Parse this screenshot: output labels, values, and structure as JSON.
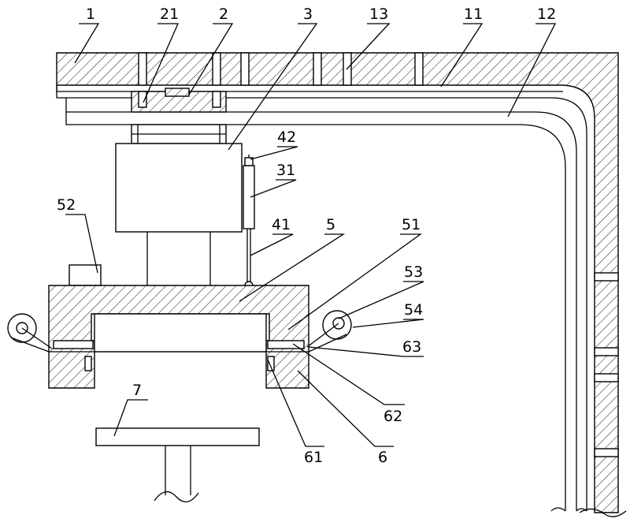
{
  "labels": {
    "l1": "1",
    "l21": "21",
    "l2": "2",
    "l3": "3",
    "l13": "13",
    "l11": "11",
    "l12": "12",
    "l42": "42",
    "l31": "31",
    "l52": "52",
    "l41": "41",
    "l5": "5",
    "l51": "51",
    "l53": "53",
    "l54": "54",
    "l63": "63",
    "l7": "7",
    "l62": "62",
    "l61": "61",
    "l6": "6"
  }
}
